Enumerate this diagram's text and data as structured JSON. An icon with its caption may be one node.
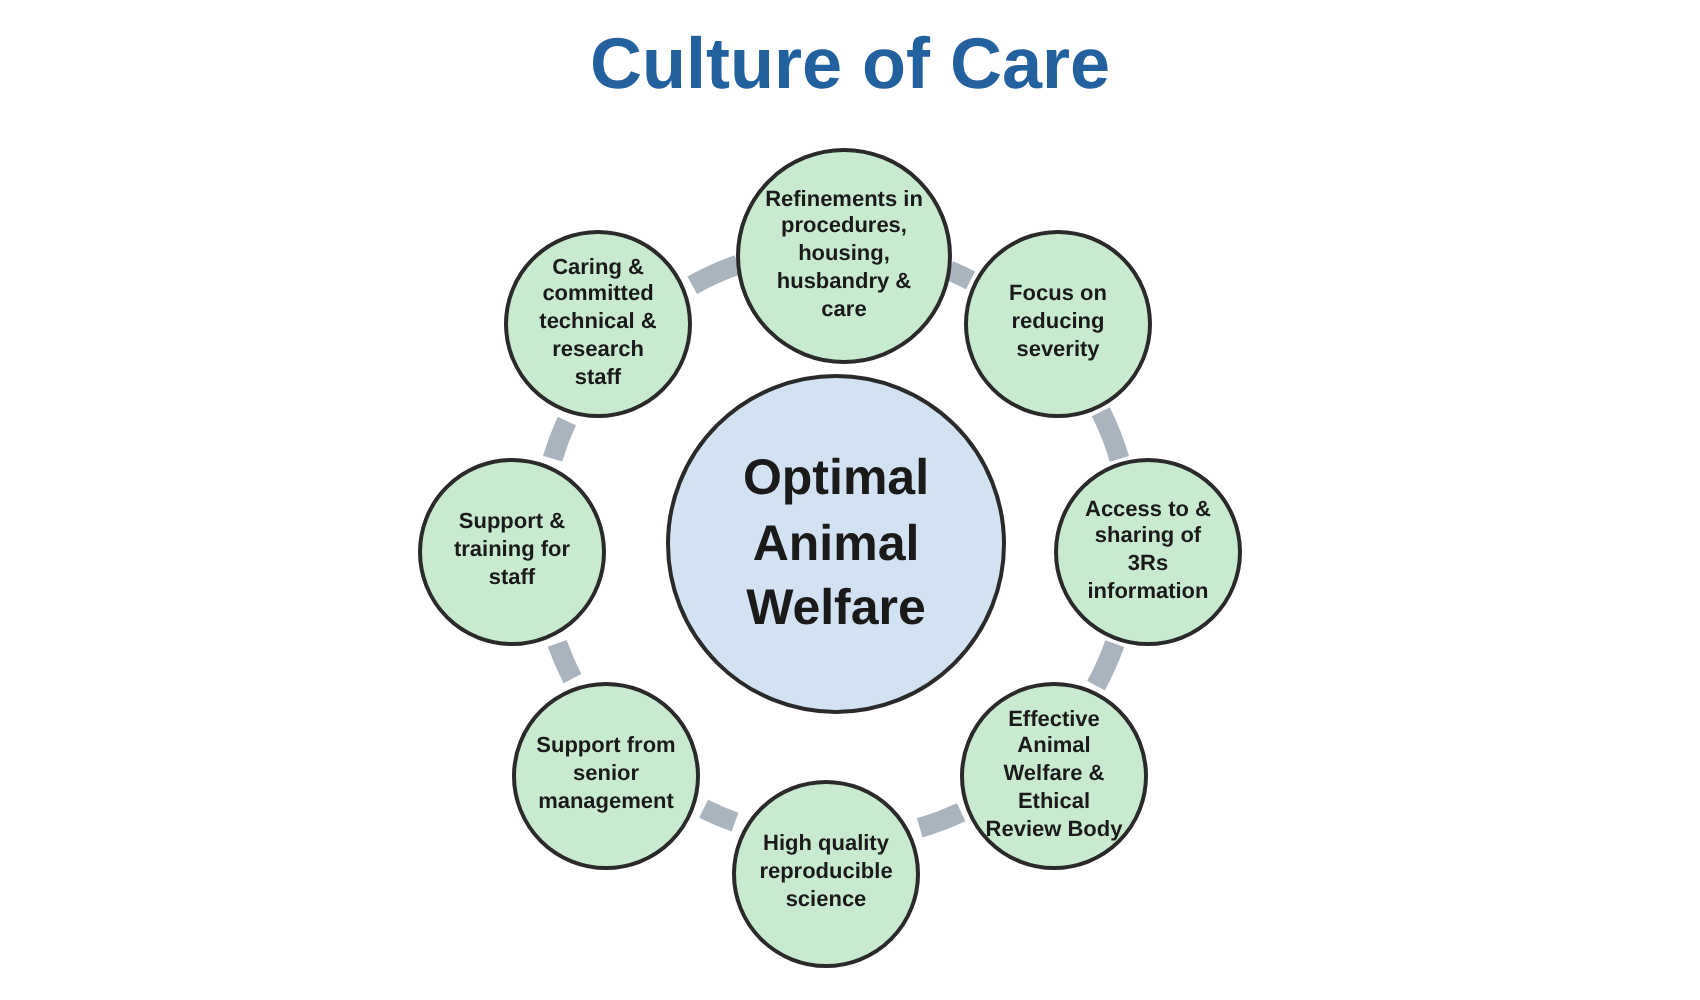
{
  "diagram": {
    "title": "Culture of Care",
    "nodes": [
      {
        "text": [
          "Optimal Animal Welfare"
        ]
      },
      {
        "text": [
          "Refinements in procedures, housing, husbandry & care"
        ]
      },
      {
        "text": [
          "Focus on reducing severity"
        ]
      },
      {
        "text": [
          "Access to & sharing of 3Rs information"
        ]
      },
      {
        "text": [
          "Effective Animal Welfare & Ethical Review Body"
        ]
      },
      {
        "text": [
          "High quality reproducible science"
        ]
      },
      {
        "text": [
          "Support from senior management"
        ]
      },
      {
        "text": [
          "Support & training for staff"
        ]
      },
      {
        "text": [
          "Caring & committed technical & research staff"
        ]
      }
    ],
    "edges": [
      {
        "from": 1,
        "to": 2,
        "arrow": "none"
      },
      {
        "from": 2,
        "to": 3,
        "arrow": "none"
      },
      {
        "from": 3,
        "to": 4,
        "arrow": "none"
      },
      {
        "from": 4,
        "to": 5,
        "arrow": "none"
      },
      {
        "from": 5,
        "to": 6,
        "arrow": "none"
      },
      {
        "from": 6,
        "to": 7,
        "arrow": "none"
      },
      {
        "from": 7,
        "to": 8,
        "arrow": "none"
      },
      {
        "from": 8,
        "to": 1,
        "arrow": "none"
      }
    ]
  }
}
